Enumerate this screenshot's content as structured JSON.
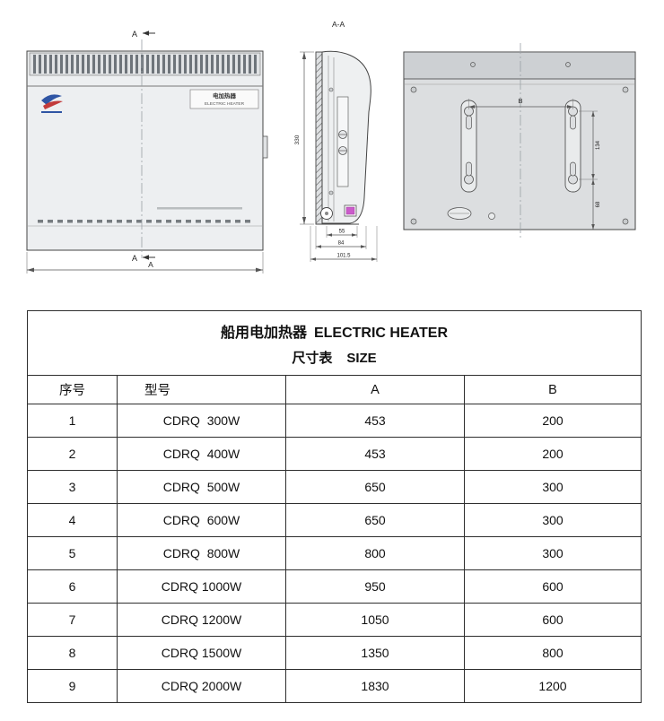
{
  "drawing": {
    "section_label": "A-A",
    "section_marker": "A",
    "front": {
      "label_cn": "电加热器",
      "label_en": "ELECTRIC HEATER",
      "dim_width_label": "A"
    },
    "side": {
      "dim_height": "330",
      "dim_depth_inner": "55",
      "dim_depth_mid": "84",
      "dim_depth_outer": "101.5"
    },
    "back": {
      "dim_hole_span": "B",
      "dim_hole_vertical": "134",
      "dim_bottom_offset": "68"
    }
  },
  "table": {
    "title_cn": "船用电加热器",
    "title_en": "ELECTRIC HEATER",
    "subtitle_cn": "尺寸表",
    "subtitle_en": "SIZE",
    "headers": [
      "序号",
      "型号",
      "A",
      "B"
    ],
    "rows": [
      [
        "1",
        "CDRQ  300W",
        "453",
        "200"
      ],
      [
        "2",
        "CDRQ  400W",
        "453",
        "200"
      ],
      [
        "3",
        "CDRQ  500W",
        "650",
        "300"
      ],
      [
        "4",
        "CDRQ  600W",
        "650",
        "300"
      ],
      [
        "5",
        "CDRQ  800W",
        "800",
        "300"
      ],
      [
        "6",
        "CDRQ 1000W",
        "950",
        "600"
      ],
      [
        "7",
        "CDRQ 1200W",
        "1050",
        "600"
      ],
      [
        "8",
        "CDRQ 1500W",
        "1350",
        "800"
      ],
      [
        "9",
        "CDRQ 2000W",
        "1830",
        "1200"
      ]
    ]
  }
}
